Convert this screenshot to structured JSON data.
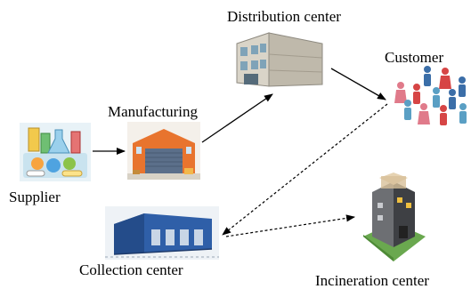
{
  "nodes": {
    "supplier": {
      "label": "Supplier",
      "icon": "chemicals-icon"
    },
    "manufacturing": {
      "label": "Manufacturing",
      "icon": "factory-icon"
    },
    "distribution": {
      "label": "Distribution center",
      "icon": "warehouse-building-icon"
    },
    "customer": {
      "label": "Customer",
      "icon": "people-crowd-icon"
    },
    "collection": {
      "label": "Collection center",
      "icon": "blue-warehouse-icon"
    },
    "incineration": {
      "label": "Incineration center",
      "icon": "incinerator-building-icon"
    }
  },
  "edges": [
    {
      "from": "supplier",
      "to": "manufacturing",
      "style": "solid"
    },
    {
      "from": "manufacturing",
      "to": "distribution",
      "style": "solid"
    },
    {
      "from": "distribution",
      "to": "customer",
      "style": "solid"
    },
    {
      "from": "customer",
      "to": "collection",
      "style": "dashed"
    },
    {
      "from": "collection",
      "to": "incineration",
      "style": "dashed"
    }
  ]
}
